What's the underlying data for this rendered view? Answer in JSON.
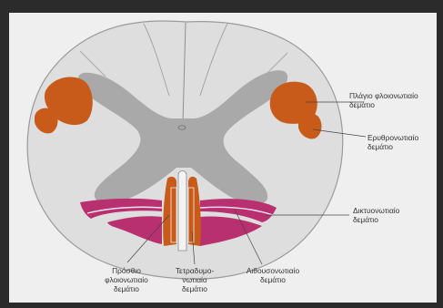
{
  "colors": {
    "page": "#efefef",
    "cord_white_matter": "#dcdcdc",
    "cord_outline": "#9a9a9a",
    "grey_matter": "#a9a9a9",
    "tract_orange": "#c85a1a",
    "tract_magenta": "#b8306f",
    "leader_line": "#444444"
  },
  "labels": {
    "lateral_corticospinal": [
      "Πλάγιο φλοιονωτιαίο",
      "δεμάτιο"
    ],
    "rubrospinal": [
      "Ερυθρονωτιαίο",
      "δεμάτιο"
    ],
    "reticulospinal": [
      "Δικτυονωτιαίο",
      "δεμάτιο"
    ],
    "anterior_corticospinal": [
      "Πρόσθιο",
      "φλοιονωτιαίο",
      "δεμάτιο"
    ],
    "tectospinal": [
      "Τετραδυμο-",
      "νωτιαίο",
      "δεμάτιο"
    ],
    "vestibulospinal": [
      "Αιθουσονωτιαίο",
      "δεμάτιο"
    ]
  }
}
